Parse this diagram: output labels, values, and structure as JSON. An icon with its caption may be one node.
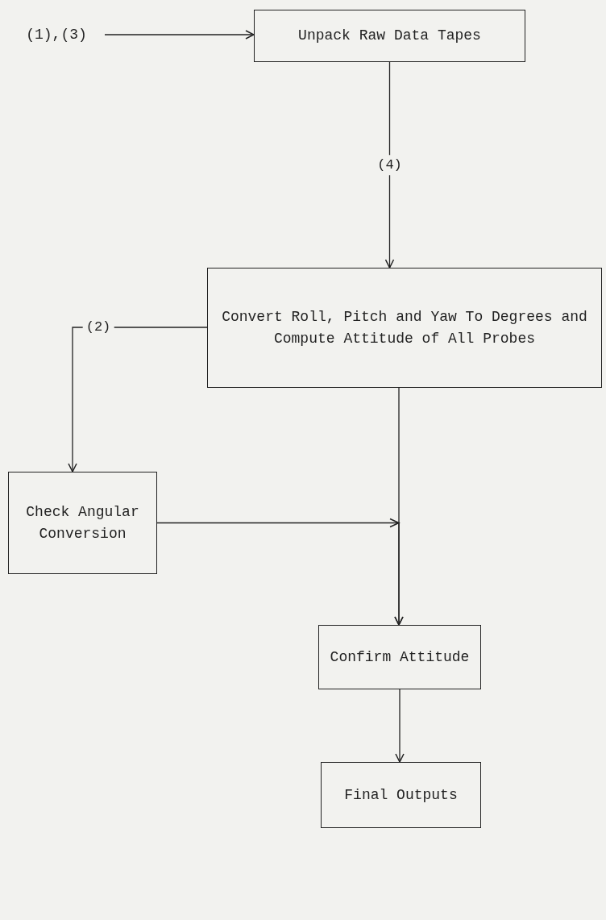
{
  "diagram": {
    "nodes": [
      {
        "text": [
          "(1),(3)"
        ]
      },
      {
        "text": [
          "Unpack Raw Data Tapes"
        ]
      },
      {
        "text": [
          "Convert Roll, Pitch and Yaw To Degrees and Compute Attitude of All Probes"
        ]
      },
      {
        "text": [
          "Check Angular Conversion"
        ]
      },
      {
        "text": [
          "Confirm Attitude"
        ]
      },
      {
        "text": [
          "Final Outputs"
        ]
      }
    ],
    "edges": [
      {
        "from": 0,
        "to": 1,
        "arrow": "to"
      },
      {
        "from": 1,
        "to": 2,
        "arrow": "to",
        "label": "(4)"
      },
      {
        "from": 2,
        "to": 3,
        "arrow": "to",
        "label": "(2)"
      },
      {
        "from": 2,
        "to": 4,
        "arrow": "to"
      },
      {
        "from": 3,
        "to": 4,
        "arrow": "to"
      },
      {
        "from": 4,
        "to": 5,
        "arrow": "to"
      }
    ]
  }
}
